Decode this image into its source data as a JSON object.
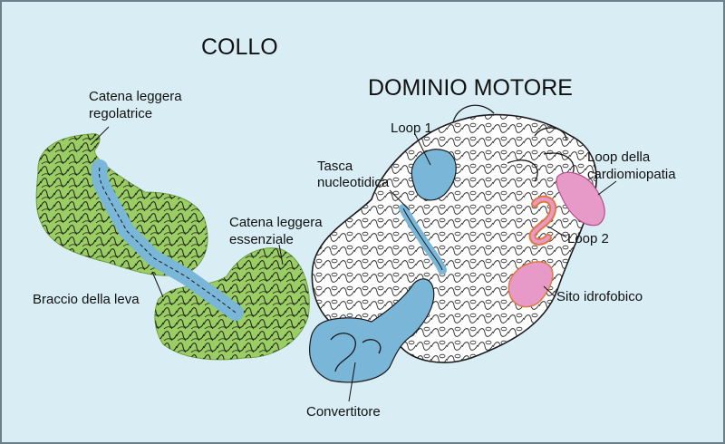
{
  "headings": {
    "neck": "COLLO",
    "motor_domain": "DOMINIO MOTORE"
  },
  "labels": {
    "regulatory_light_chain": [
      "Catena leggera",
      "regolatrice"
    ],
    "lever_arm": "Braccio della leva",
    "essential_light_chain": [
      "Catena leggera",
      "essenziale"
    ],
    "converter": "Convertitore",
    "loop1": "Loop 1",
    "nucleotide_pocket": [
      "Tasca",
      "nucleotidica"
    ],
    "cardiomyopathy_loop": [
      "Loop della",
      "cardiomiopatia"
    ],
    "loop2": "Loop 2",
    "hydrophobic_site": "Sito idrofobico"
  },
  "colors": {
    "background": "#d8edf4",
    "frame": "#6a7f8a",
    "light_chains": "#9acd63",
    "lever_converter": "#7ab6d8",
    "hydrophobic_loops": "#e79ac7",
    "loop2_outline": "#e07840",
    "ribbon": "#1a1a1a"
  }
}
